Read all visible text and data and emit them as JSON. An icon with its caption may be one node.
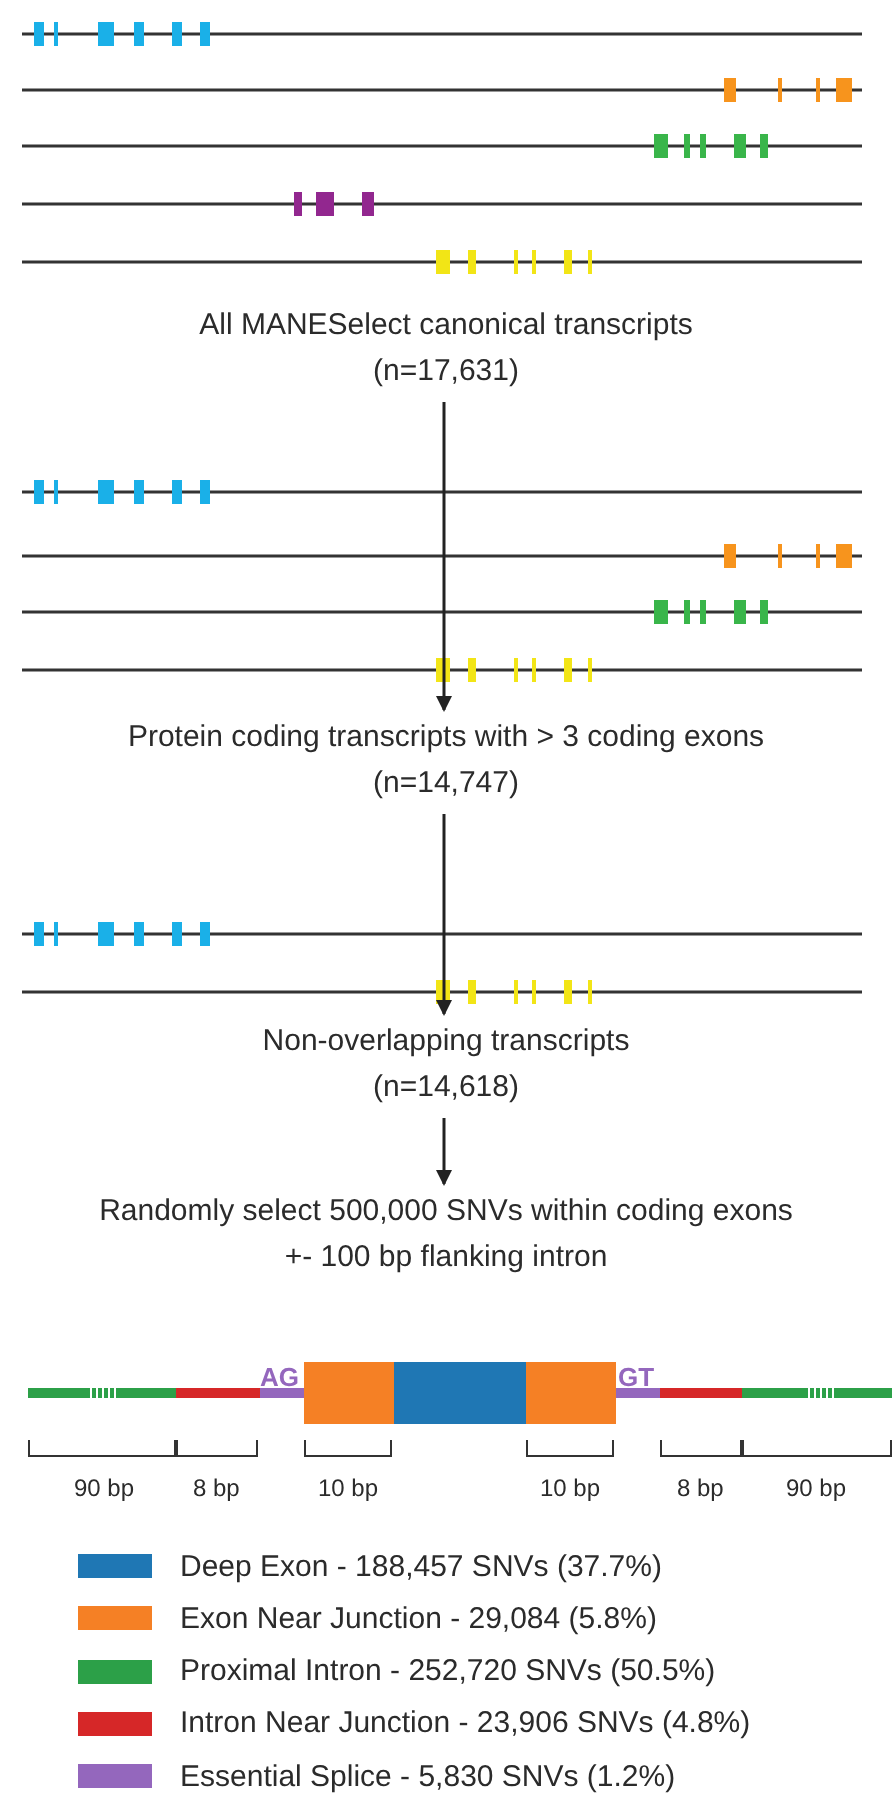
{
  "diagram": {
    "nodes": [
      {
        "text": [
          "All MANESelect canonical transcripts (n=17,631)"
        ]
      },
      {
        "text": [
          "Protein coding transcripts with > 3 coding exons (n=14,747)"
        ]
      },
      {
        "text": [
          "Non-overlapping transcripts (n=14,618)"
        ]
      },
      {
        "text": [
          "Randomly select 500,000 SNVs within coding exons +- 100 bp flanking intron"
        ]
      }
    ],
    "edges": [
      {
        "from": 0,
        "to": 1,
        "arrow": "to"
      },
      {
        "from": 1,
        "to": 2,
        "arrow": "to"
      },
      {
        "from": 2,
        "to": 3,
        "arrow": "to"
      }
    ],
    "labels": [
      "AG",
      "GT",
      "90 bp",
      "8 bp",
      "10 bp",
      "10 bp",
      "8 bp",
      "90 bp"
    ],
    "legend": [
      {
        "text": "Deep Exon - 188,457 SNVs (37.7%)",
        "color": "#1f77b4"
      },
      {
        "text": "Exon Near Junction - 29,084 (5.8%)",
        "color": "#f58025"
      },
      {
        "text": "Proximal Intron - 252,720 SNVs (50.5%)",
        "color": "#2ca048"
      },
      {
        "text": "Intron Near Junction - 23,906 SNVs (4.8%)",
        "color": "#d62728"
      },
      {
        "text": "Essential Splice - 5,830 SNVs (1.2%)",
        "color": "#9467bd"
      }
    ]
  }
}
